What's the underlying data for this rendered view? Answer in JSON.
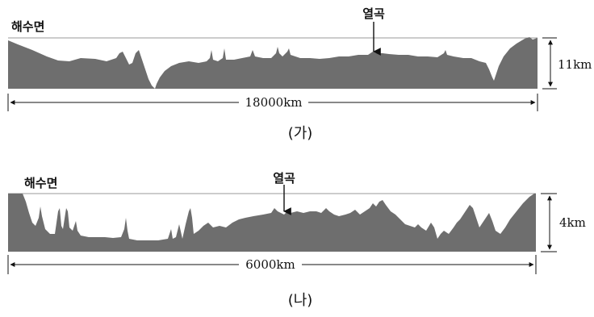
{
  "profiles": [
    {
      "id": "a",
      "sea_level_label": "해수면",
      "rift_label": "열곡",
      "depth_label": "11km",
      "width_label": "18000km",
      "caption": "(가)"
    },
    {
      "id": "b",
      "sea_level_label": "해수면",
      "rift_label": "열곡",
      "depth_label": "4km",
      "width_label": "6000km",
      "caption": "(나)"
    }
  ],
  "colors": {
    "terrain": "#6e6e6e",
    "line": "#222222",
    "sea_level": "#9a9a9a"
  }
}
